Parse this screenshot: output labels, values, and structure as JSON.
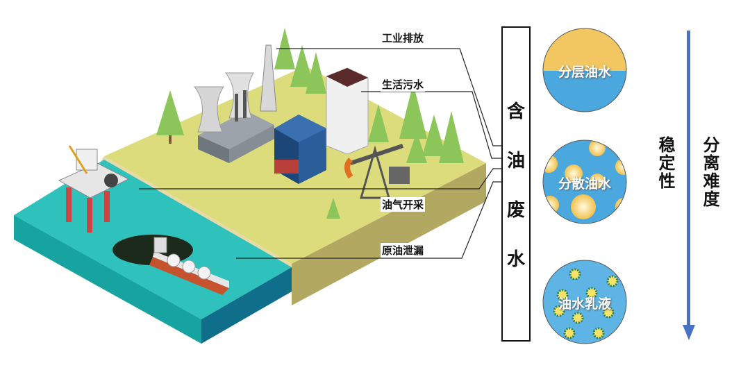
{
  "sources": [
    "工业排放",
    "生活污水",
    "油气开采",
    "原油泄漏"
  ],
  "center_label": [
    "含",
    "油",
    "废",
    "水"
  ],
  "types": [
    {
      "label": "分层油水",
      "icon": "layered-oil-water-icon"
    },
    {
      "label": "分散油水",
      "icon": "dispersed-oil-water-icon"
    },
    {
      "label": "油水乳液",
      "icon": "oil-water-emulsion-icon"
    }
  ],
  "axis_labels": {
    "stability": "稳定性",
    "difficulty": "分离难度"
  },
  "colors": {
    "water": "#4aa8de",
    "oil": "#f2c14e",
    "arrow": "#4a72c4",
    "ground": "#d9d97a",
    "sea": "#1fb5b0"
  }
}
